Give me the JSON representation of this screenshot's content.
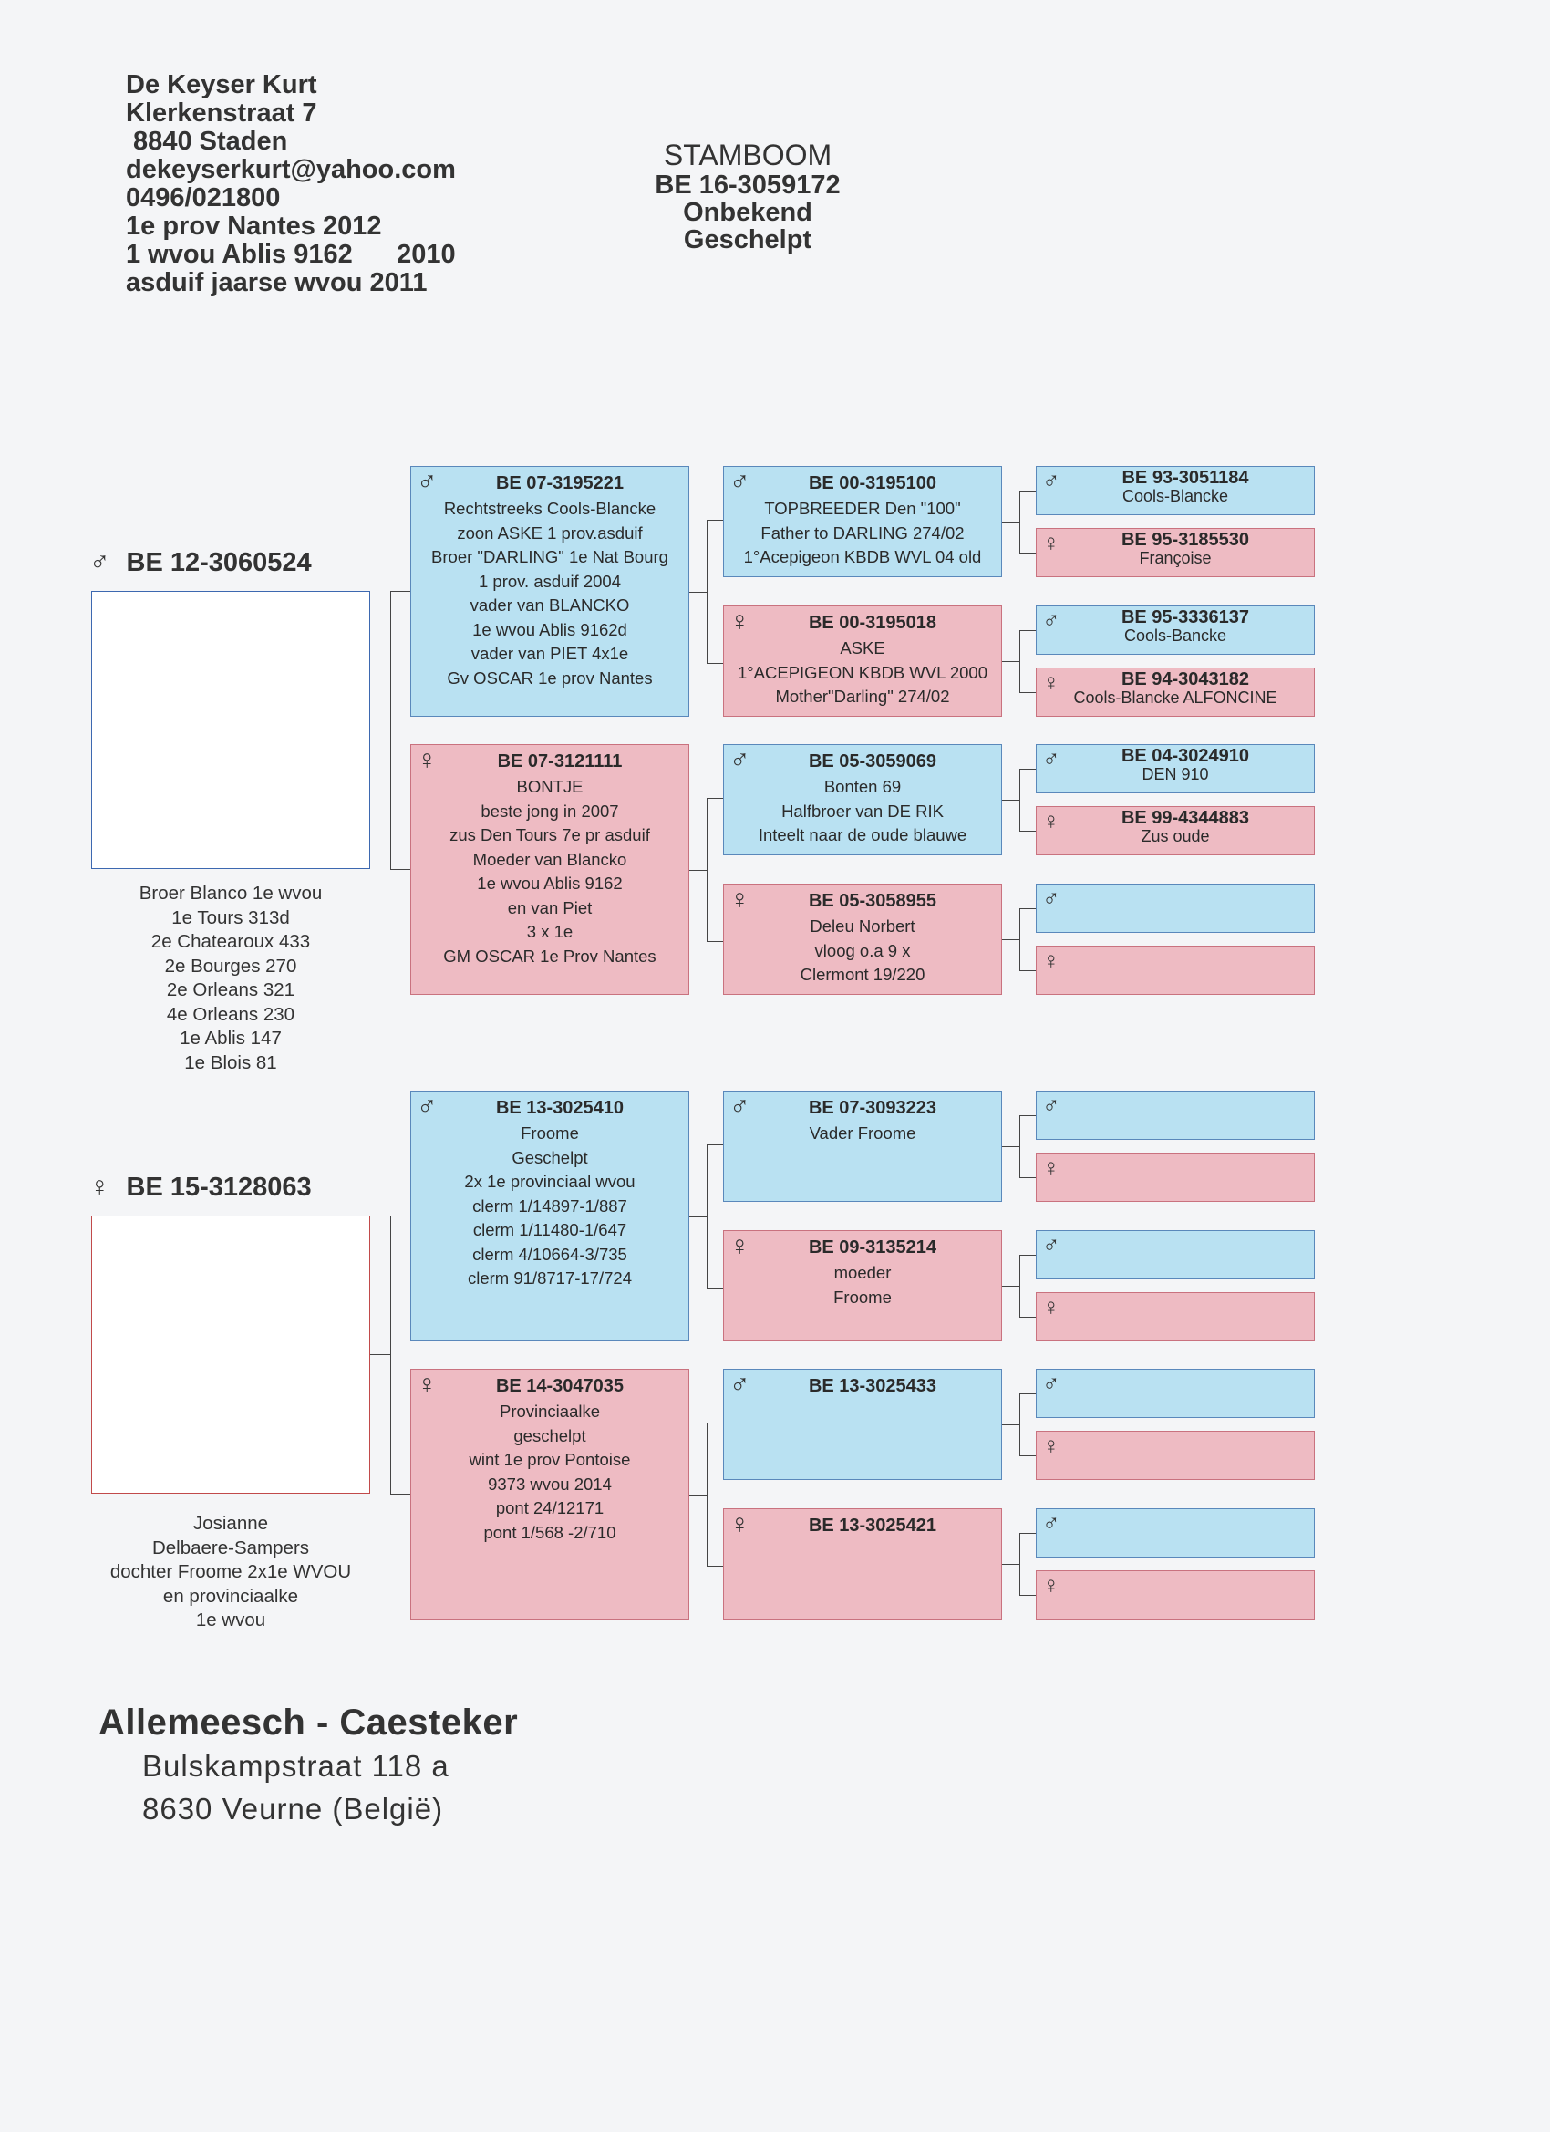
{
  "breeder": {
    "lines": [
      "De Keyser Kurt",
      "Klerkenstraat 7",
      " 8840 Staden",
      "dekeyserkurt@yahoo.com",
      "0496/021800",
      "1e prov Nantes 2012",
      "1 wvou Ablis 9162      2010",
      "asduif jaarse wvou 2011"
    ]
  },
  "title": {
    "label": "STAMBOOM",
    "ring": "BE 16-3059172",
    "line2": "Onbekend",
    "line3": "Geschelpt"
  },
  "symbols": {
    "male": "♂",
    "female": "♀"
  },
  "colors": {
    "male_box": "#b9e1f2",
    "female_box": "#eebbc3",
    "male_border": "#5a88bb",
    "female_border": "#c9727f"
  },
  "sire": {
    "ring": "BE 12-3060524",
    "notes": [
      "Broer Blanco 1e wvou",
      "1e Tours 313d",
      "2e Chatearoux 433",
      "2e Bourges 270",
      "2e Orleans 321",
      "4e Orleans 230",
      "1e Ablis 147",
      "1e Blois 81"
    ]
  },
  "dam": {
    "ring": "BE 15-3128063",
    "notes": [
      "Josianne",
      "Delbaere-Sampers",
      "dochter Froome 2x1e WVOU",
      "en provinciaalke",
      "1e wvou"
    ]
  },
  "gen2": [
    {
      "sex": "male",
      "ring": "BE 07-3195221",
      "lines": [
        "Rechtstreeks Cools-Blancke",
        "zoon ASKE 1 prov.asduif",
        "Broer \"DARLING\" 1e Nat Bourg",
        "1 prov. asduif 2004",
        "vader van BLANCKO",
        "1e wvou Ablis 9162d",
        "vader van PIET 4x1e",
        "Gv OSCAR 1e prov Nantes"
      ]
    },
    {
      "sex": "female",
      "ring": "BE 07-3121111",
      "lines": [
        "BONTJE",
        "beste jong in 2007",
        "zus  Den Tours 7e pr asduif",
        "Moeder van Blancko",
        "1e wvou Ablis 9162",
        "en van Piet",
        "3 x 1e",
        "GM OSCAR 1e Prov Nantes"
      ]
    },
    {
      "sex": "male",
      "ring": "BE 13-3025410",
      "lines": [
        "Froome",
        "Geschelpt",
        "2x 1e provinciaal wvou",
        "clerm 1/14897-1/887",
        "clerm 1/11480-1/647",
        "clerm 4/10664-3/735",
        "clerm 91/8717-17/724"
      ]
    },
    {
      "sex": "female",
      "ring": "BE 14-3047035",
      "lines": [
        "Provinciaalke",
        "geschelpt",
        "wint 1e prov Pontoise",
        "9373 wvou 2014",
        "pont 24/12171",
        "pont 1/568 -2/710"
      ]
    }
  ],
  "gen3": [
    {
      "sex": "male",
      "ring": "BE 00-3195100",
      "lines": [
        "TOPBREEDER Den \"100\"",
        "Father to DARLING 274/02",
        "1°Acepigeon KBDB WVL 04 old"
      ]
    },
    {
      "sex": "female",
      "ring": "BE 00-3195018",
      "lines": [
        "ASKE",
        "1°ACEPIGEON KBDB WVL 2000",
        "Mother\"Darling\"  274/02"
      ]
    },
    {
      "sex": "male",
      "ring": "BE 05-3059069",
      "lines": [
        "Bonten 69",
        "Halfbroer van  DE RIK",
        "Inteelt naar de oude blauwe"
      ]
    },
    {
      "sex": "female",
      "ring": "BE 05-3058955",
      "lines": [
        "Deleu Norbert",
        "vloog o.a 9 x",
        "Clermont     19/220"
      ]
    },
    {
      "sex": "male",
      "ring": "BE 07-3093223",
      "lines": [
        "Vader Froome"
      ]
    },
    {
      "sex": "female",
      "ring": "BE 09-3135214",
      "lines": [
        "moeder",
        "Froome"
      ]
    },
    {
      "sex": "male",
      "ring": "BE 13-3025433",
      "lines": []
    },
    {
      "sex": "female",
      "ring": "BE 13-3025421",
      "lines": []
    }
  ],
  "gen4": [
    {
      "sex": "male",
      "ring": "BE 93-3051184",
      "lines": [
        "Cools-Blancke"
      ]
    },
    {
      "sex": "female",
      "ring": "BE 95-3185530",
      "lines": [
        "Françoise"
      ]
    },
    {
      "sex": "male",
      "ring": "BE 95-3336137",
      "lines": [
        "Cools-Bancke"
      ]
    },
    {
      "sex": "female",
      "ring": "BE 94-3043182",
      "lines": [
        "Cools-Blancke ALFONCINE"
      ]
    },
    {
      "sex": "male",
      "ring": "BE 04-3024910",
      "lines": [
        "DEN 910"
      ]
    },
    {
      "sex": "female",
      "ring": "BE 99-4344883",
      "lines": [
        "Zus oude"
      ]
    },
    {
      "sex": "male",
      "ring": "",
      "lines": []
    },
    {
      "sex": "female",
      "ring": "",
      "lines": []
    },
    {
      "sex": "male",
      "ring": "",
      "lines": []
    },
    {
      "sex": "female",
      "ring": "",
      "lines": []
    },
    {
      "sex": "male",
      "ring": "",
      "lines": []
    },
    {
      "sex": "female",
      "ring": "",
      "lines": []
    },
    {
      "sex": "male",
      "ring": "",
      "lines": []
    },
    {
      "sex": "female",
      "ring": "",
      "lines": []
    },
    {
      "sex": "male",
      "ring": "",
      "lines": []
    },
    {
      "sex": "female",
      "ring": "",
      "lines": []
    }
  ],
  "owner": {
    "name": "Allemeesch - Caesteker",
    "street": "Bulskampstraat 118 a",
    "city": "8630 Veurne (België)"
  }
}
